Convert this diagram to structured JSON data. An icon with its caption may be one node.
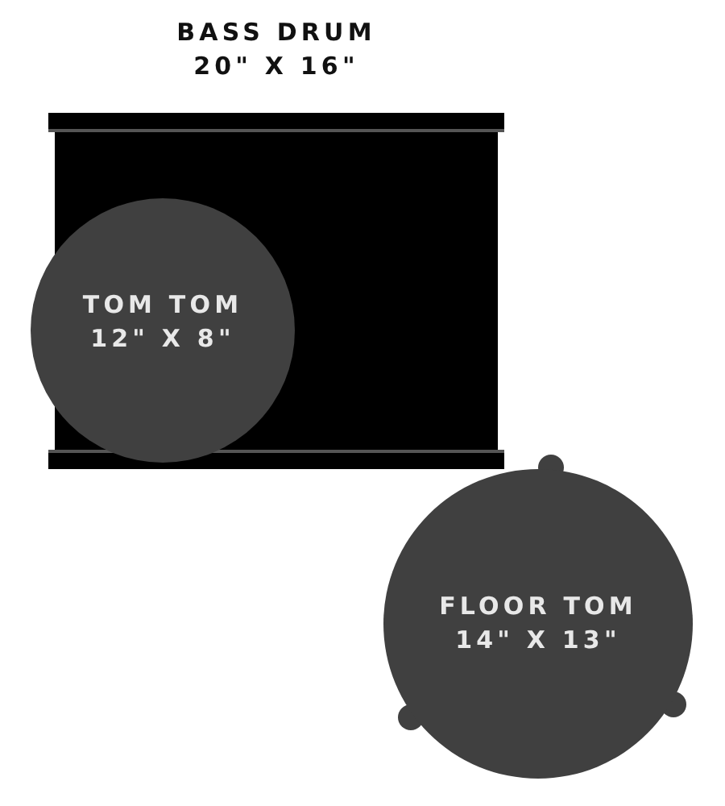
{
  "diagram": {
    "nodes": [
      {
        "text": [
          "BASS DRUM",
          "20\" X 16\""
        ]
      },
      {
        "text": [
          "TOM TOM",
          "12\" X 8\""
        ]
      },
      {
        "text": [
          "FLOOR TOM",
          "14\" X 13\""
        ]
      }
    ]
  }
}
